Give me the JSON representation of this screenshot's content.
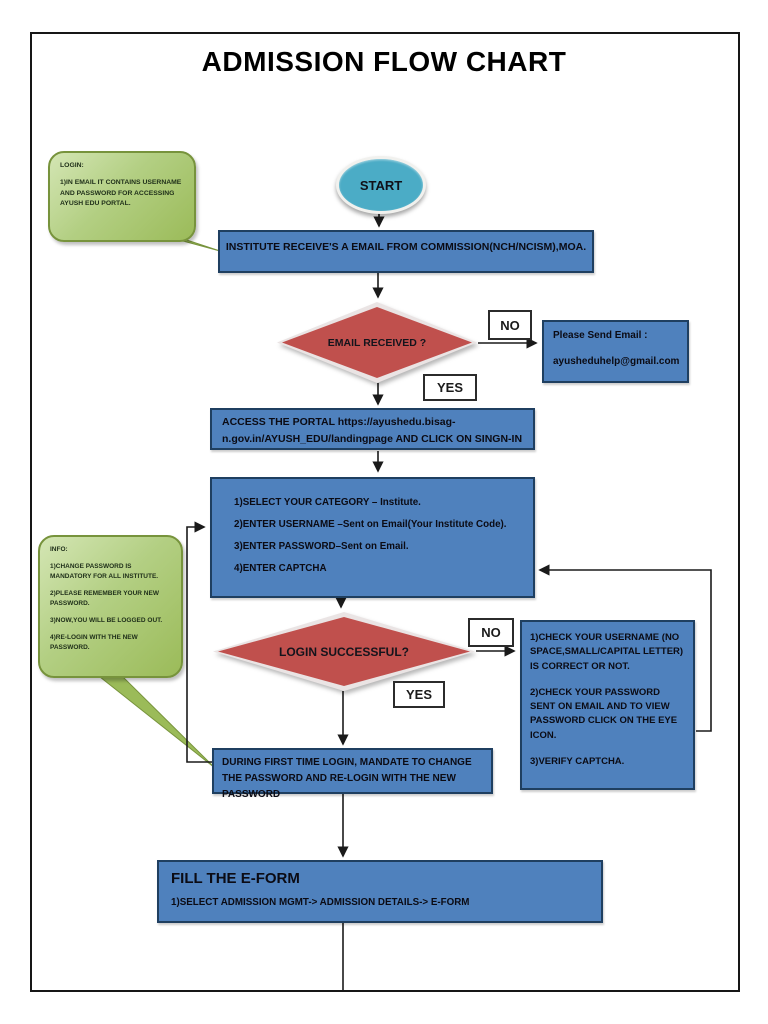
{
  "page": {
    "title": "ADMISSION FLOW CHART"
  },
  "colors": {
    "box_blue": "#4f81bd",
    "diamond_red": "#c0504d",
    "callout_green": "#9bbb59",
    "start_teal": "#4bacc6"
  },
  "callout_login": {
    "heading": "LOGIN:",
    "body": "1)IN EMAIL IT CONTAINS USERNAME AND PASSWORD FOR ACCESSING AYUSH EDU PORTAL."
  },
  "callout_info": {
    "heading": "INFO:",
    "items": [
      "1)CHANGE PASSWORD IS MANDATORY FOR ALL INSTITUTE.",
      "2)PLEASE REMEMBER YOUR NEW PASSWORD.",
      "3)NOW,YOU WILL BE LOGGED OUT.",
      "4)RE-LOGIN WITH THE NEW PASSWORD."
    ]
  },
  "flow": {
    "start": "START",
    "receive_email": "INSTITUTE RECEIVE'S A EMAIL FROM COMMISSION(NCH/NCISM),MOA.",
    "email_received": "EMAIL RECEIVED ?",
    "no1": "NO",
    "yes1": "YES",
    "send_email": {
      "line1": "Please Send Email :",
      "line2": "ayusheduhelp@gmail.com"
    },
    "access_portal": "ACCESS THE PORTAL  https://ayushedu.bisag-n.gov.in/AYUSH_EDU/landingpage  AND CLICK ON SINGN-IN",
    "login_steps": [
      "1)SELECT YOUR CATEGORY – Institute.",
      "2)ENTER USERNAME –Sent on Email(Your Institute Code).",
      "3)ENTER PASSWORD–Sent on Email.",
      "4)ENTER CAPTCHA"
    ],
    "login_successful": "LOGIN SUCCESSFUL?",
    "no2": "NO",
    "yes2": "YES",
    "check_credentials": [
      "1)CHECK YOUR USERNAME (NO SPACE,SMALL/CAPITAL LETTER) IS CORRECT OR NOT.",
      "2)CHECK YOUR PASSWORD SENT ON EMAIL AND TO VIEW PASSWORD CLICK ON THE EYE ICON.",
      "3)VERIFY CAPTCHA."
    ],
    "change_password": "DURING FIRST TIME LOGIN, MANDATE TO CHANGE THE PASSWORD  AND RE-LOGIN WITH THE NEW PASSWORD",
    "fill_eform": {
      "heading": "FILL THE E-FORM",
      "line": "1)SELECT  ADMISSION MGMT-> ADMISSION DETAILS-> E-FORM"
    }
  }
}
